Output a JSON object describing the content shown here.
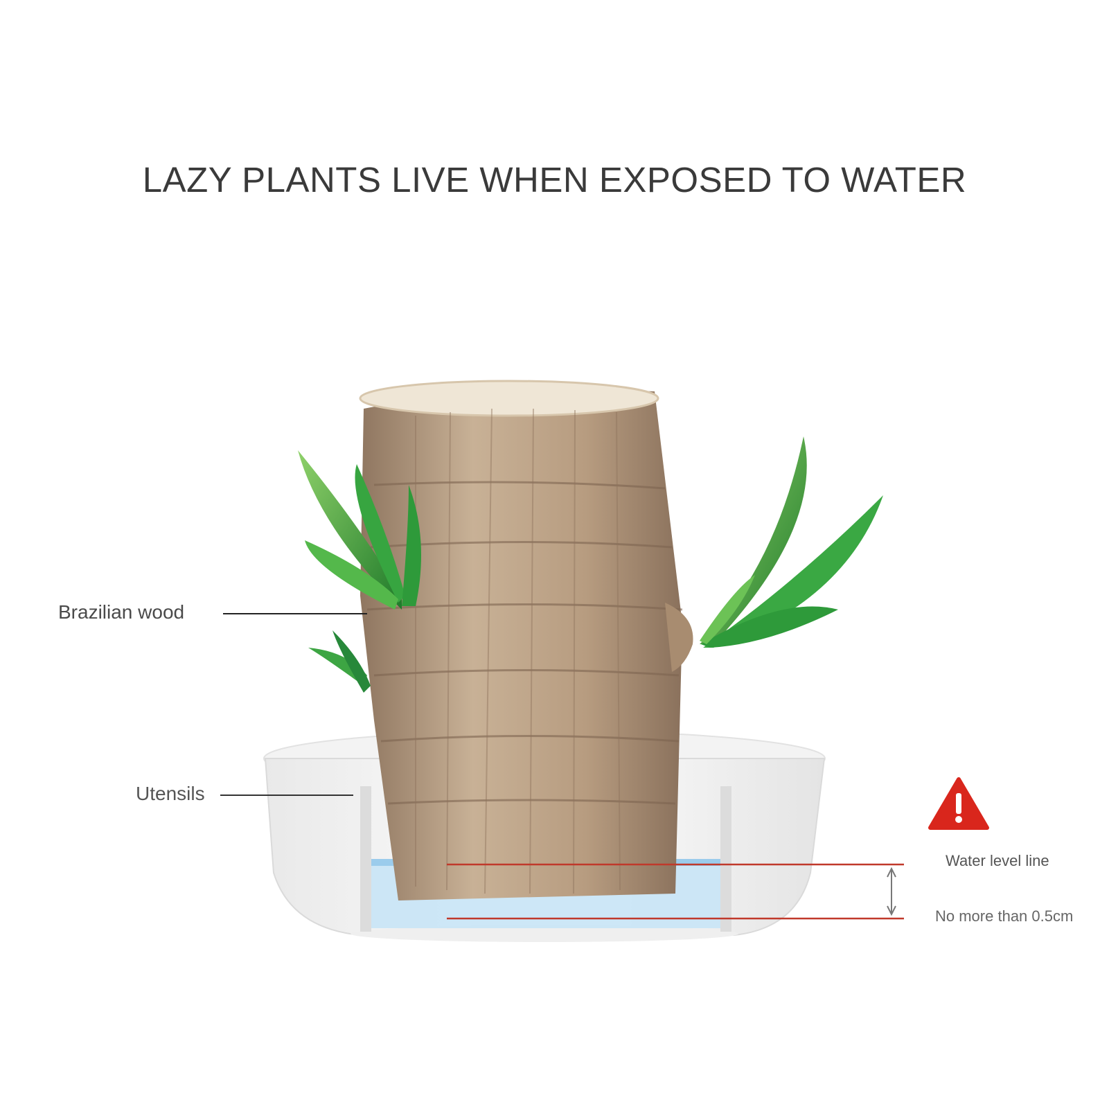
{
  "title": "LAZY PLANTS LIVE WHEN EXPOSED TO WATER",
  "labels": {
    "wood": "Brazilian wood",
    "utensils": "Utensils",
    "water_level": "Water level line",
    "max_depth": "No more than 0.5cm"
  },
  "icons": {
    "warning": "warning-triangle-icon"
  },
  "colors": {
    "warning_red": "#d9261c",
    "guide_line": "#c0392b",
    "water": "#bfe0f5",
    "bark": "#b49a7c"
  }
}
